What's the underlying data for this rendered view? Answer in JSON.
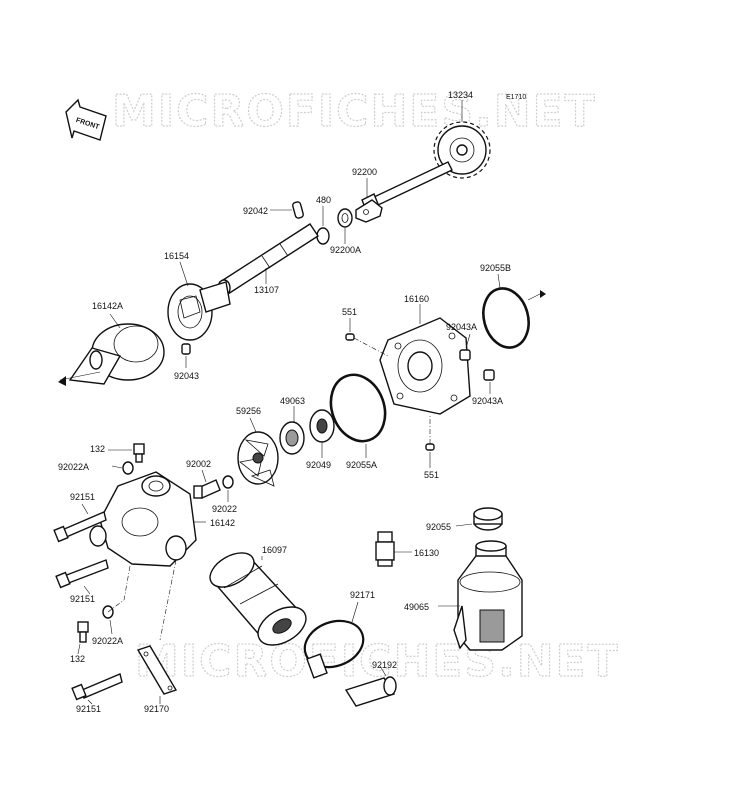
{
  "diagram": {
    "code": "E1710",
    "front_label": "FRONT",
    "watermark_top": "MICROFICHES.NET",
    "watermark_bottom": "MICROFICHES.NET",
    "part_labels": {
      "p13234": "13234",
      "p92200": "92200",
      "p480": "480",
      "p92042": "92042",
      "p92200A": "92200A",
      "p16154": "16154",
      "p13107": "13107",
      "p16142A": "16142A",
      "p92043": "92043",
      "p92055B": "92055B",
      "p551a": "551",
      "p16160": "16160",
      "p92043A_1": "92043A",
      "p92043A_2": "92043A",
      "p59256": "59256",
      "p49063": "49063",
      "p92049": "92049",
      "p92055A": "92055A",
      "p551b": "551",
      "p132a": "132",
      "p92022A_1": "92022A",
      "p92002": "92002",
      "p92022": "92022",
      "p92151a": "92151",
      "p16142": "16142",
      "p92055": "92055",
      "p16130": "16130",
      "p16097": "16097",
      "p92151b": "92151",
      "p92171": "92171",
      "p49065": "49065",
      "p92022A_2": "92022A",
      "p132b": "132",
      "p92192": "92192",
      "p92151c": "92151",
      "p92170": "92170"
    }
  }
}
